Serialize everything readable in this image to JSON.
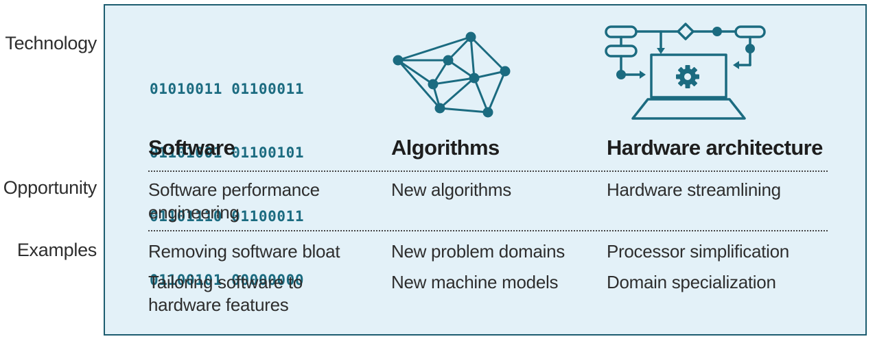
{
  "row_labels": {
    "technology": "Technology",
    "opportunity": "Opportunity",
    "examples": "Examples"
  },
  "binary_lines": [
    "01010011 01100011",
    "01101001 01100101",
    "01101110 01100011",
    "01100101 00000000"
  ],
  "columns": [
    {
      "title": "Software",
      "opportunity": [
        "Software performance",
        "engineering"
      ],
      "examples": [
        [
          "Removing software bloat"
        ],
        [
          "Tailoring software to",
          "hardware features"
        ]
      ]
    },
    {
      "title": "Algorithms",
      "opportunity": [
        "New algorithms"
      ],
      "examples": [
        [
          "New problem domains"
        ],
        [
          "New machine models"
        ]
      ]
    },
    {
      "title": "Hardware architecture",
      "opportunity": [
        "Hardware streamlining"
      ],
      "examples": [
        [
          "Processor simplification"
        ],
        [
          "Domain specialization"
        ]
      ]
    }
  ],
  "icons": {
    "algorithms": "network-graph-icon",
    "hardware": "laptop-flowchart-icon"
  },
  "colors": {
    "accent": "#1b6b80",
    "panel_bg": "#e3f1f8",
    "panel_border": "#1c5c6f"
  }
}
